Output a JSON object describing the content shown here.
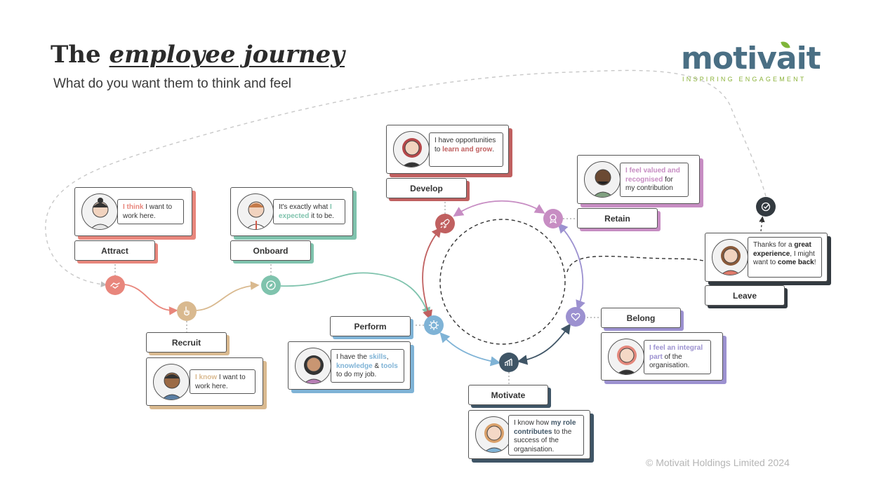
{
  "title": {
    "part1": "The ",
    "part2": "employee journey"
  },
  "subtitle": "What do you want them to think and feel",
  "logo": {
    "word": "motivait",
    "tagline": "INSPIRING ENGAGEMENT"
  },
  "copyright": "© Motivait Holdings Limited 2024",
  "colors": {
    "attract": "#e8867c",
    "recruit": "#d9b98f",
    "onboard": "#7fc3ad",
    "perform": "#7fb3d6",
    "develop": "#c06060",
    "retain": "#c78dc3",
    "belong": "#9c91d0",
    "motivate": "#3f5566",
    "leave": "#333a40"
  },
  "stages": {
    "attract": {
      "label": "Attract",
      "q1": "I think",
      "q2": " I want to work here.",
      "icon": "hand-shake-icon"
    },
    "recruit": {
      "label": "Recruit",
      "q1": "I know",
      "q2": " I want to work here.",
      "icon": "pointing-hand-icon"
    },
    "onboard": {
      "label": "Onboard",
      "q0": "It's exactly what ",
      "q1": "I expected",
      "q2": " it to be.",
      "icon": "compass-icon"
    },
    "perform": {
      "label": "Perform",
      "q0": "I have the ",
      "q1": "skills",
      "q2": ", ",
      "q3": "knowledge",
      "q4": " & ",
      "q5": "tools",
      "q6": " to do my job.",
      "icon": "gear-icon"
    },
    "develop": {
      "label": "Develop",
      "q0": "I have opportunities to ",
      "q1": "learn and grow",
      "q2": ".",
      "icon": "rocket-icon"
    },
    "retain": {
      "label": "Retain",
      "q1": "I feel valued and recognised",
      "q2": " for my contribution",
      "icon": "award-icon"
    },
    "belong": {
      "label": "Belong",
      "q1": "I feel an integral part",
      "q2": " of the organisation.",
      "icon": "heart-icon"
    },
    "motivate": {
      "label": "Motivate",
      "q0": "I know how ",
      "q1": "my role contributes",
      "q2": " to the success of the organisation.",
      "icon": "growth-chart-icon"
    },
    "leave": {
      "label": "Leave",
      "q0": "Thanks for a ",
      "q1": "great experience",
      "q2": ", I might want to ",
      "q3": "come back",
      "q4": "!",
      "icon": "check-circle-icon"
    }
  }
}
